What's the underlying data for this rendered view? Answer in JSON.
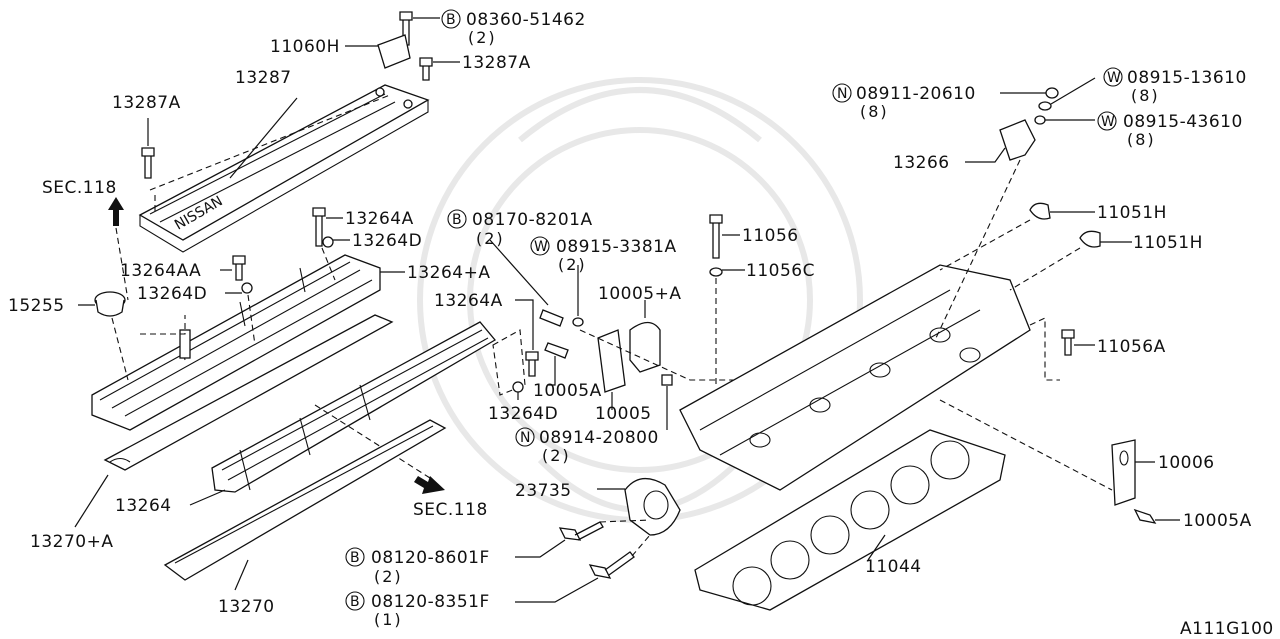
{
  "labels": {
    "p08360": "08360-51462",
    "p08360_qty": "(2)",
    "p11060H": "11060H",
    "p13287A_top": "13287A",
    "p13287": "13287",
    "p13287A_left": "13287A",
    "p08911": "08911-20610",
    "p08911_qty": "(8)",
    "p08915_13610": "08915-13610",
    "p08915_13610_qty": "(8)",
    "p08915_43610": "08915-43610",
    "p08915_43610_qty": "(8)",
    "p13266": "13266",
    "sec118_top": "SEC.118",
    "p13264A_top": "13264A",
    "p13264D_top": "13264D",
    "p08170": "08170-8201A",
    "p08170_qty": "(2)",
    "p08915_3381": "08915-3381A",
    "p08915_3381_qty": "(2)",
    "p11056": "11056",
    "p11056C": "11056C",
    "p11051H_a": "11051H",
    "p11051H_b": "11051H",
    "p13264AA": "13264AA",
    "p13264plusA": "13264+A",
    "p13264D_mid": "13264D",
    "p15255": "15255",
    "p10005plusA": "10005+A",
    "p13264A_mid": "13264A",
    "p11056A": "11056A",
    "p10005A_mid": "10005A",
    "p13264D_low": "13264D",
    "p10005": "10005",
    "p08914": "08914-20800",
    "p08914_qty": "(2)",
    "p10006": "10006",
    "p23735": "23735",
    "p13264": "13264",
    "sec118_low": "SEC.118",
    "p10005A_right": "10005A",
    "p13270plusA": "13270+A",
    "p08120_8601": "08120-8601F",
    "p08120_8601_qty": "(2)",
    "p11044": "11044",
    "p08120_8351": "08120-8351F",
    "p08120_8351_qty": "(1)",
    "p13270": "13270",
    "figure_code": "A111G100"
  },
  "prefix": {
    "B": "B",
    "W": "W",
    "N": "N"
  },
  "cover_logo": "NISSAN"
}
